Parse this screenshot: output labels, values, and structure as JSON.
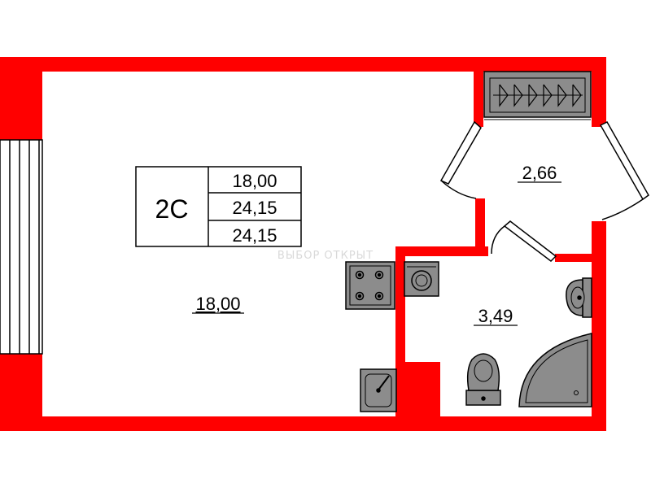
{
  "plan": {
    "apartment_type": "2С",
    "areas": {
      "living": "18,00",
      "total": "24,15",
      "total_alt": "24,15"
    },
    "rooms": {
      "main_room": "18,00",
      "closet": "2,66",
      "bathroom": "3,49"
    },
    "watermark": "ВЫБОР ОТКРЫТ"
  },
  "colors": {
    "wall": "#ff0000",
    "fixture_fill": "#8c8c8c",
    "fixture_stroke": "#000000",
    "background": "#ffffff"
  },
  "icons": {
    "stove": "stove-icon",
    "washing_machine": "washing-machine-icon",
    "kitchen_sink": "sink-icon",
    "toilet": "toilet-icon",
    "bathroom_sink": "washbasin-icon",
    "shower": "shower-cabin-icon",
    "wardrobe": "wardrobe-icon"
  }
}
